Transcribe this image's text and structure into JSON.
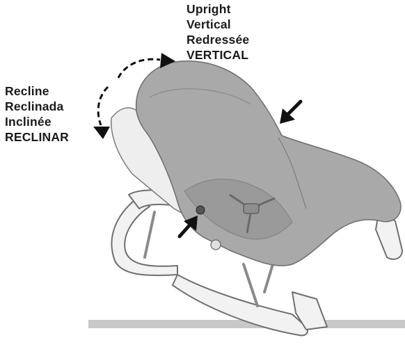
{
  "upright_labels": {
    "en": "Upright",
    "es": "Vertical",
    "fr": "Redressée",
    "pt": "VERTICAL"
  },
  "recline_labels": {
    "en": "Recline",
    "es": "Reclinada",
    "fr": "Inclinée",
    "pt": "RECLINAR"
  },
  "colors": {
    "fabric": "#a9a9a9",
    "fabric_shadow": "#8f8f8f",
    "frame": "#f2f2f2",
    "frame_outline": "#6f6f6f",
    "arrow": "#111111",
    "floor_bar": "#c8c8c8"
  },
  "icons": [
    "curved-dashed-arrow-icon",
    "pointer-arrow-icon"
  ]
}
